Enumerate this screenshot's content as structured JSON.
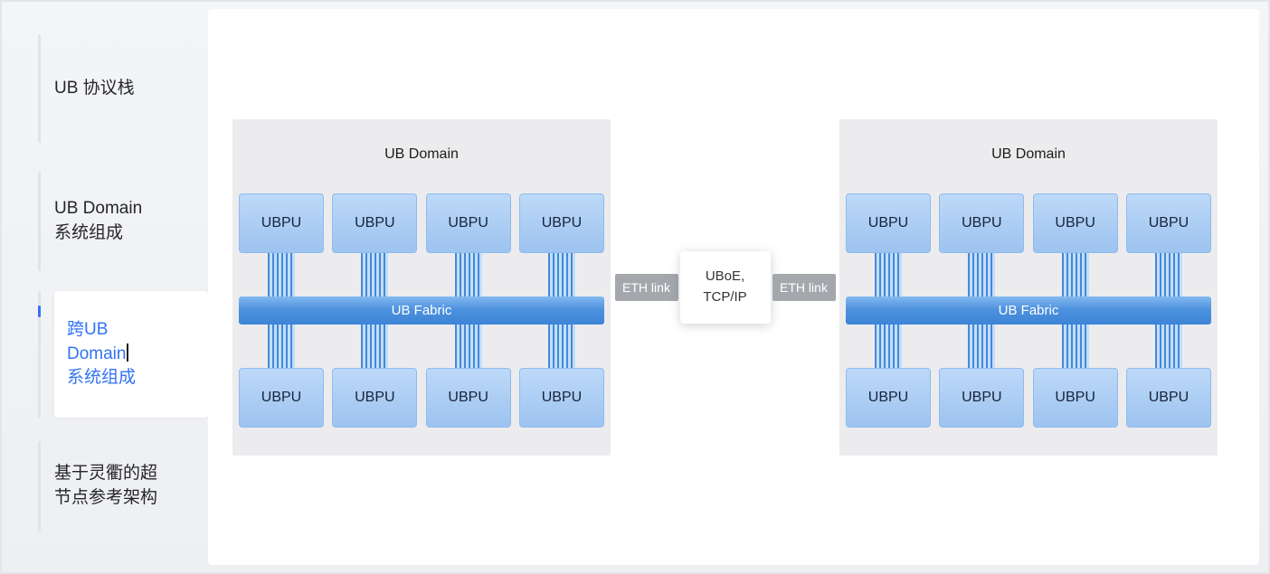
{
  "colors": {
    "accent_blue": "#3273f6",
    "domain_bg": "#ececee",
    "ubpu_fill_top": "#bdd9f8",
    "ubpu_fill_bottom": "#9dc3f0",
    "ubpu_border": "#8fbbee",
    "fabric_blue_top": "#83b9f0",
    "fabric_blue_bottom": "#3d84d7",
    "eth_gray": "#a4a8ad"
  },
  "sidebar": {
    "items": [
      {
        "label": "UB 协议栈"
      },
      {
        "label": "UB Domain\n系统组成"
      },
      {
        "label_before_cursor": "跨UB\nDomain",
        "label_after_cursor": "\n系统组成",
        "active": true
      },
      {
        "label": "基于灵衢的超\n节点参考架构"
      }
    ]
  },
  "diagram": {
    "domains": [
      {
        "title": "UB Domain",
        "fabric_label": "UB Fabric",
        "top_units": [
          "UBPU",
          "UBPU",
          "UBPU",
          "UBPU"
        ],
        "bottom_units": [
          "UBPU",
          "UBPU",
          "UBPU",
          "UBPU"
        ]
      },
      {
        "title": "UB Domain",
        "fabric_label": "UB Fabric",
        "top_units": [
          "UBPU",
          "UBPU",
          "UBPU",
          "UBPU"
        ],
        "bottom_units": [
          "UBPU",
          "UBPU",
          "UBPU",
          "UBPU"
        ]
      }
    ],
    "connector": {
      "left_label": "ETH link",
      "center_label": "UBoE,\nTCP/IP",
      "right_label": "ETH link"
    }
  }
}
